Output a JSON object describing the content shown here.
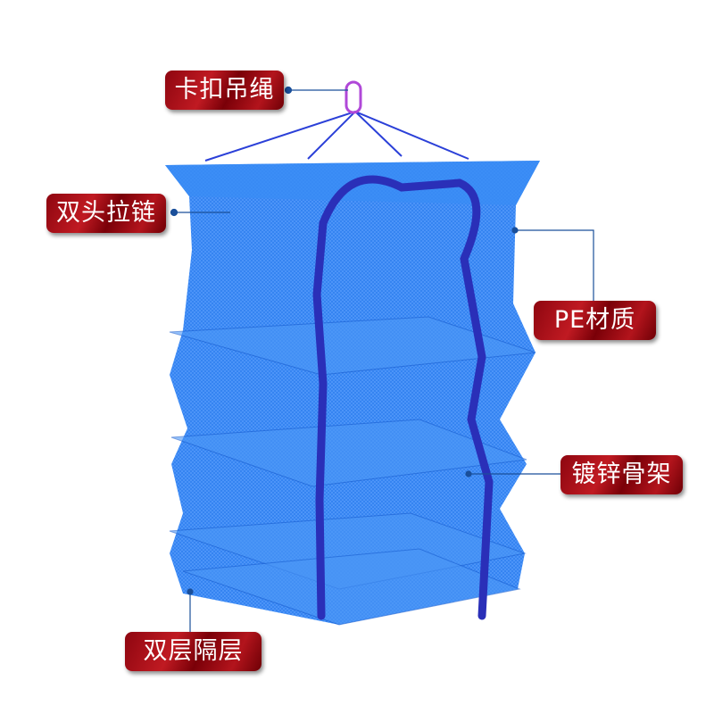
{
  "callouts": {
    "hanging_rope": "卡扣吊绳",
    "zipper": "双头拉链",
    "material": "PE材质",
    "frame": "镀锌骨架",
    "layers": "双层隔层"
  },
  "colors": {
    "net": "#1f6fe0",
    "zipper": "#2a2fb8",
    "label_bg": "#9e0c14",
    "leader_line": "#1a4f9a"
  }
}
